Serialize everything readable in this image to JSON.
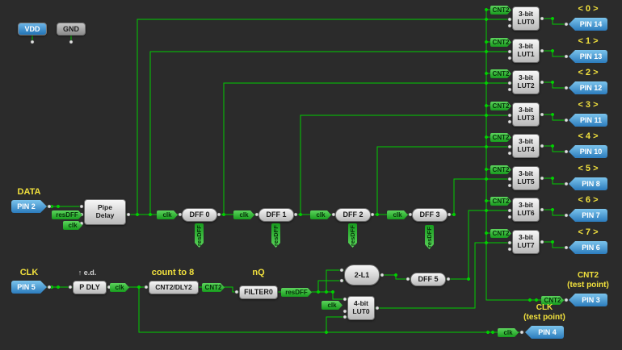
{
  "colors": {
    "background": "#2b2b2b",
    "wire_green": "#00cc00",
    "badge_green": "#2fbd2f",
    "pin_blue": "#2e86c8",
    "label_yellow": "#f2e13d",
    "block_gray": "#d9d9d9"
  },
  "power": {
    "vdd": "VDD",
    "gnd": "GND"
  },
  "data_path": {
    "label": "DATA",
    "pin": "PIN 2",
    "resdff_badge": "resDFF",
    "clk_badge": "clk",
    "pipe_delay": {
      "line1": "Pipe",
      "line2": "Delay"
    },
    "dffs": [
      {
        "clk_badge": "clk",
        "name": "DFF 0",
        "reset_badge": "resDFF"
      },
      {
        "clk_badge": "clk",
        "name": "DFF 1",
        "reset_badge": "resDFF"
      },
      {
        "clk_badge": "clk",
        "name": "DFF 2",
        "reset_badge": "resDFF"
      },
      {
        "clk_badge": "clk",
        "name": "DFF 3",
        "reset_badge": "resDFF"
      }
    ]
  },
  "clock_path": {
    "label": "CLK",
    "pin": "PIN 5",
    "edge_label": "↑ e.d.",
    "pdly": "P DLY",
    "clk_badge": "clk",
    "count_label": "count to 8",
    "counter": "CNT2/DLY2",
    "cnt2_badge": "CNT2",
    "nq_label": "nQ",
    "filter": "FILTER0",
    "resdff_badge": "resDFF",
    "lut2": "2-L1",
    "dff5": "DFF 5",
    "lut4": {
      "clk_badge": "clk",
      "line1": "4-bit",
      "line2": "LUT0"
    }
  },
  "outputs": [
    {
      "cnt_badge": "CNT2",
      "lut_line1": "3-bit",
      "lut_line2": "LUT0",
      "index_label": "< 0 >",
      "pin": "PIN 14"
    },
    {
      "cnt_badge": "CNT2",
      "lut_line1": "3-bit",
      "lut_line2": "LUT1",
      "index_label": "< 1 >",
      "pin": "PIN 13"
    },
    {
      "cnt_badge": "CNT2",
      "lut_line1": "3-bit",
      "lut_line2": "LUT2",
      "index_label": "< 2 >",
      "pin": "PIN 12"
    },
    {
      "cnt_badge": "CNT2",
      "lut_line1": "3-bit",
      "lut_line2": "LUT3",
      "index_label": "< 3 >",
      "pin": "PIN 11"
    },
    {
      "cnt_badge": "CNT2",
      "lut_line1": "3-bit",
      "lut_line2": "LUT4",
      "index_label": "< 4 >",
      "pin": "PIN 10"
    },
    {
      "cnt_badge": "CNT2",
      "lut_line1": "3-bit",
      "lut_line2": "LUT5",
      "index_label": "< 5 >",
      "pin": "PIN 8"
    },
    {
      "cnt_badge": "CNT2",
      "lut_line1": "3-bit",
      "lut_line2": "LUT6",
      "index_label": "< 6 >",
      "pin": "PIN 7"
    },
    {
      "cnt_badge": "CNT2",
      "lut_line1": "3-bit",
      "lut_line2": "LUT7",
      "index_label": "< 7 >",
      "pin": "PIN 6"
    }
  ],
  "test_points": {
    "cnt2": {
      "label_line1": "CNT2",
      "label_line2": "(test point)",
      "badge": "CNT2",
      "pin": "PIN 3"
    },
    "clk": {
      "label_line1": "CLK",
      "label_line2": "(test point)",
      "badge": "clk",
      "pin": "PIN 4"
    }
  }
}
